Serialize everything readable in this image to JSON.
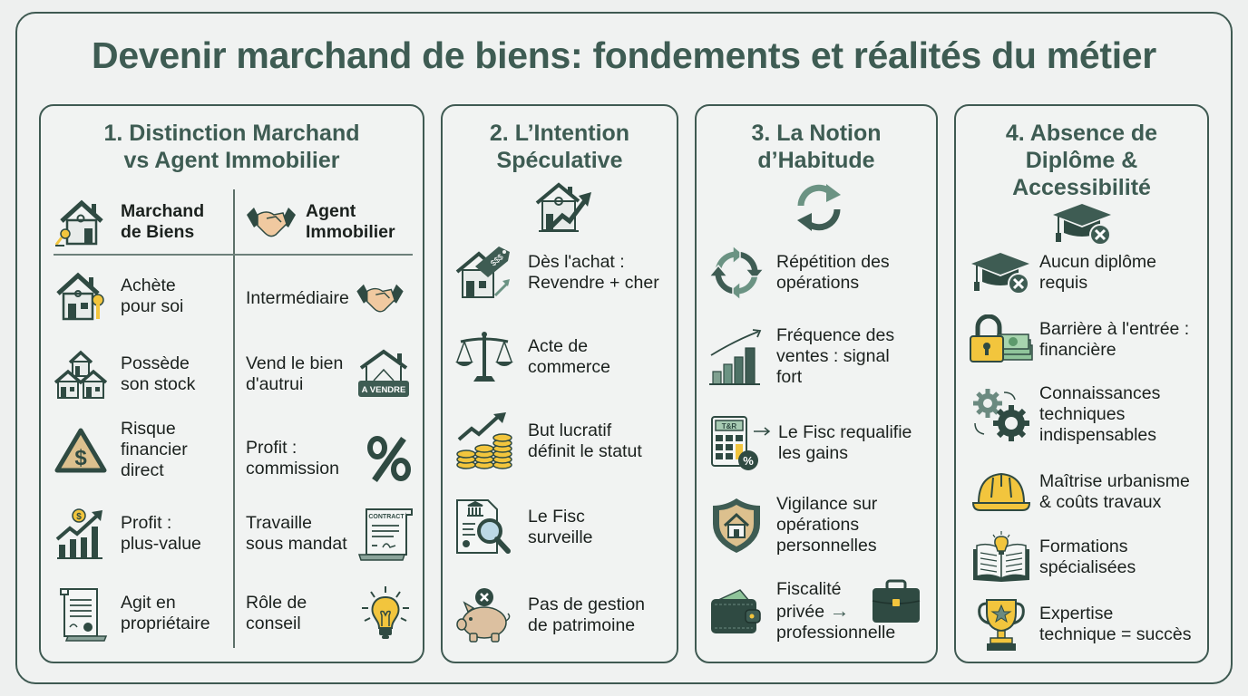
{
  "title": "Devenir marchand de biens: fondements et réalités du métier",
  "colors": {
    "accent_dark": "#2f4a42",
    "title_green": "#3e5c53",
    "gold": "#f2c53d",
    "beige": "#dcc08e",
    "background": "#eef0ef"
  },
  "panels": [
    {
      "title_lines": [
        "1. Distinction Marchand",
        "vs Agent Immobilier"
      ],
      "columns": {
        "left": {
          "header": [
            "Marchand",
            "de Biens"
          ],
          "header_icon": "house-keys-icon",
          "items": [
            {
              "lines": [
                "Achète",
                "pour soi"
              ],
              "icon": "house-key-icon"
            },
            {
              "lines": [
                "Possède",
                "son stock"
              ],
              "icon": "houses-stack-icon"
            },
            {
              "lines": [
                "Risque",
                "financier",
                "direct"
              ],
              "icon": "warning-dollar-icon"
            },
            {
              "lines": [
                "Profit :",
                "plus-value"
              ],
              "icon": "growth-chart-icon"
            },
            {
              "lines": [
                "Agit en",
                "propriétaire"
              ],
              "icon": "deed-scroll-icon"
            }
          ]
        },
        "right": {
          "header": [
            "Agent",
            "Immobilier"
          ],
          "header_icon": "handshake-icon",
          "items": [
            {
              "lines": [
                "Intermédiaire"
              ],
              "icon": "handshake-icon"
            },
            {
              "lines": [
                "Vend le bien",
                "d'autrui"
              ],
              "icon": "for-sale-sign-icon",
              "sign_label": "A VENDRE"
            },
            {
              "lines": [
                "Profit :",
                "commission"
              ],
              "icon": "percent-icon"
            },
            {
              "lines": [
                "Travaille",
                "sous mandat"
              ],
              "icon": "contract-icon",
              "contract_label": "CONTRACT"
            },
            {
              "lines": [
                "Rôle de",
                "conseil"
              ],
              "icon": "lightbulb-icon"
            }
          ]
        }
      }
    },
    {
      "title_lines": [
        "2. L’Intention",
        "Spéculative"
      ],
      "header_icon": "house-growth-icon",
      "items": [
        {
          "lines": [
            "Dès l'achat :",
            "Revendre + cher"
          ],
          "icon": "house-price-tag-icon"
        },
        {
          "lines": [
            "Acte de",
            "commerce"
          ],
          "icon": "scales-icon"
        },
        {
          "lines": [
            "But lucratif",
            "définit le statut"
          ],
          "icon": "coins-growth-icon"
        },
        {
          "lines": [
            "Le Fisc",
            "surveille"
          ],
          "icon": "tax-document-magnifier-icon"
        },
        {
          "lines": [
            "Pas de gestion",
            "de patrimoine"
          ],
          "icon": "piggy-bank-cross-icon"
        }
      ]
    },
    {
      "title_lines": [
        "3. La Notion",
        "d’Habitude"
      ],
      "header_icon": "refresh-cycle-icon",
      "items": [
        {
          "lines": [
            "Répétition des",
            "opérations"
          ],
          "icon": "cycle-arrows-icon"
        },
        {
          "lines": [
            "Fréquence des",
            "ventes : signal",
            "fort"
          ],
          "icon": "bar-chart-rising-icon"
        },
        {
          "lines": [
            "Le Fisc requalifie",
            "les gains"
          ],
          "icon": "calculator-percent-icon"
        },
        {
          "lines": [
            "Vigilance sur",
            "opérations",
            "personnelles"
          ],
          "icon": "shield-house-icon"
        },
        {
          "lines": [
            "Fiscalité",
            "privée",
            "professionnelle"
          ],
          "icon": "wallet-to-briefcase-icon",
          "arrow": "→"
        }
      ]
    },
    {
      "title_lines": [
        "4. Absence de",
        "Diplôme &",
        "Accessibilité"
      ],
      "header_icon": "graduation-cap-cross-icon",
      "items": [
        {
          "lines": [
            "Aucun diplôme",
            "requis"
          ],
          "icon": "graduation-cap-cross-icon"
        },
        {
          "lines": [
            "Barrière à l'entrée :",
            "financière"
          ],
          "icon": "padlock-money-icon"
        },
        {
          "lines": [
            "Connaissances",
            "techniques",
            "indispensables"
          ],
          "icon": "gears-icon"
        },
        {
          "lines": [
            "Maîtrise urbanisme",
            "& coûts travaux"
          ],
          "icon": "hard-hat-icon"
        },
        {
          "lines": [
            "Formations",
            "spécialisées"
          ],
          "icon": "book-lightbulb-icon"
        },
        {
          "lines": [
            "Expertise",
            "technique = succès"
          ],
          "icon": "trophy-icon"
        }
      ]
    }
  ]
}
